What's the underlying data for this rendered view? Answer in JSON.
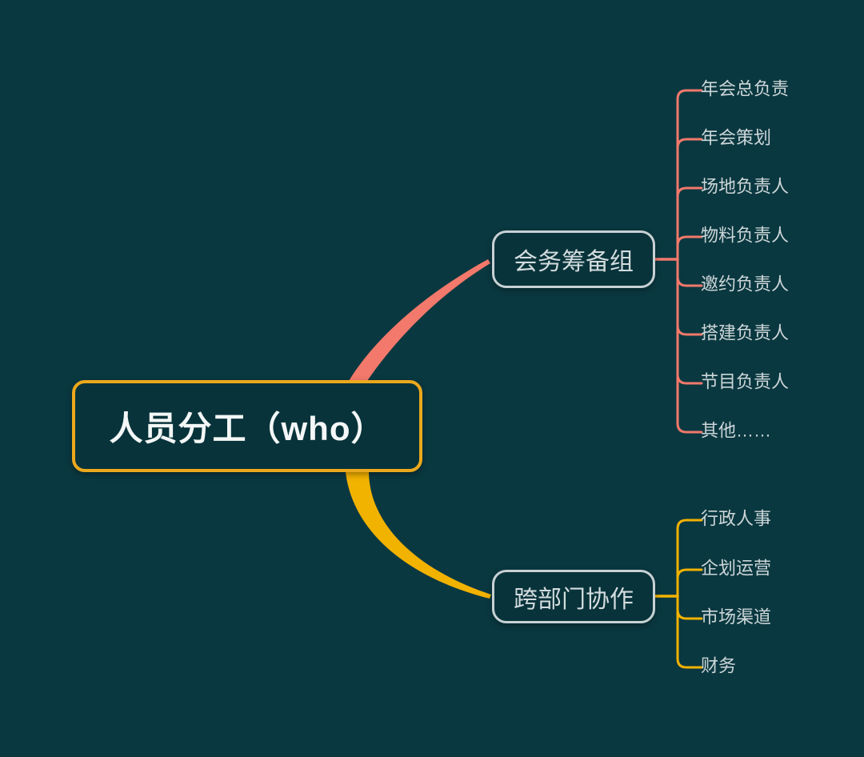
{
  "diagram": {
    "type": "mindmap",
    "background_color": "#0a3840",
    "root": {
      "label": "人员分工（who）",
      "border_color": "#eca81c",
      "text_color": "#f4f7f7"
    },
    "branches": [
      {
        "label": "会务筹备组",
        "color": "#f2796b",
        "border_color": "#c7d1d4",
        "text_color": "#d3dcde",
        "children": [
          "年会总负责",
          "年会策划",
          "场地负责人",
          "物料负责人",
          "邀约负责人",
          "搭建负责人",
          "节目负责人",
          "其他……"
        ]
      },
      {
        "label": "跨部门协作",
        "color": "#f2b200",
        "border_color": "#c7d1d4",
        "text_color": "#d3dcde",
        "children": [
          "行政人事",
          "企划运营",
          "市场渠道",
          "财务"
        ]
      }
    ]
  }
}
